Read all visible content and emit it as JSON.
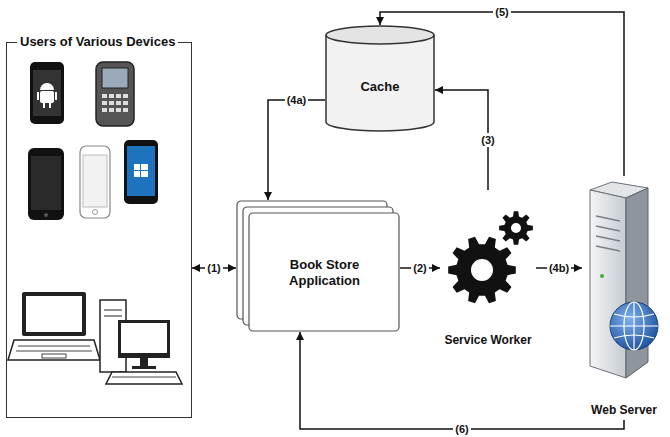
{
  "diagram": {
    "nodes": [
      {
        "text": [
          "Users of Various Devices"
        ]
      },
      {
        "text": [
          "Cache"
        ]
      },
      {
        "text": [
          "Book Store Application"
        ]
      },
      {
        "text": [
          "Service Worker"
        ]
      },
      {
        "text": [
          "Web Server"
        ]
      }
    ],
    "edges": [
      {
        "from": 0,
        "to": 2,
        "arrow": "both",
        "label": "(1)"
      },
      {
        "from": 2,
        "to": 3,
        "arrow": "to",
        "label": "(2)"
      },
      {
        "from": 3,
        "to": 1,
        "arrow": "to",
        "label": "(3)"
      },
      {
        "from": 1,
        "to": 2,
        "arrow": "to",
        "label": "(4a)"
      },
      {
        "from": 3,
        "to": 4,
        "arrow": "to",
        "label": "(4b)"
      },
      {
        "from": 4,
        "to": 1,
        "arrow": "to",
        "label": "(5)"
      },
      {
        "from": 4,
        "to": 2,
        "arrow": "to",
        "label": "(6)"
      }
    ]
  }
}
